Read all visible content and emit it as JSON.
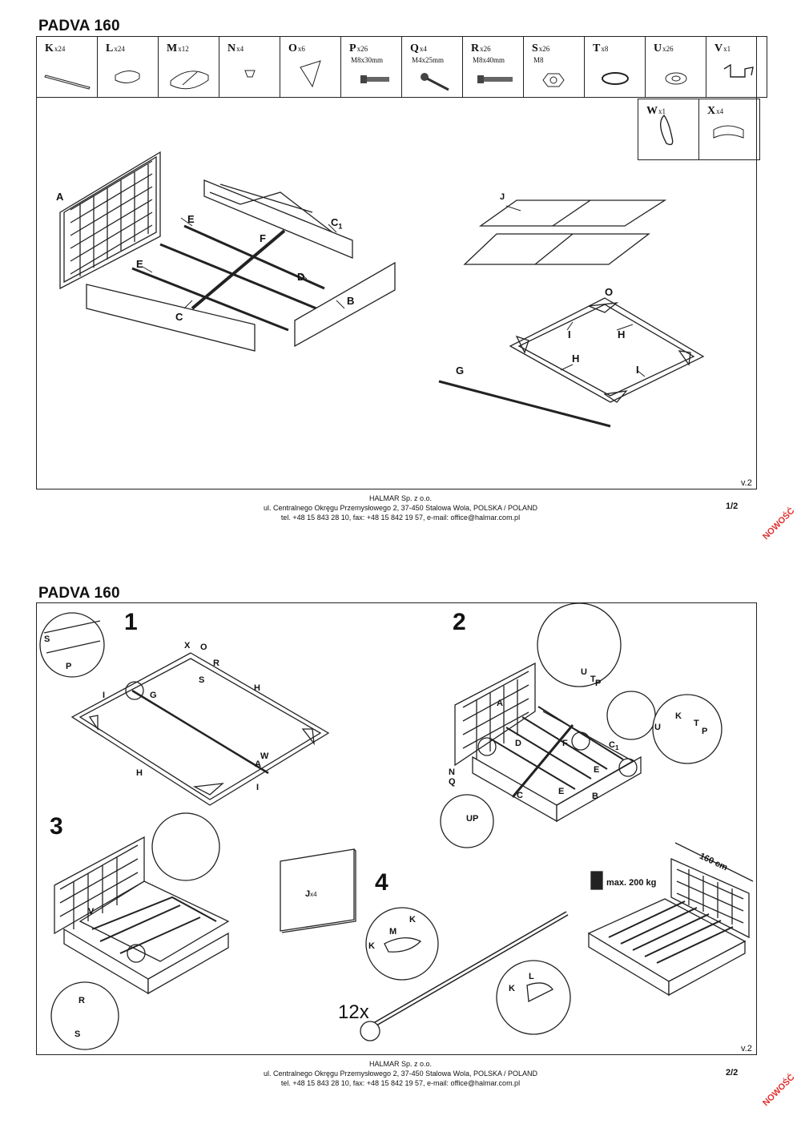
{
  "page1": {
    "title": "PADVA 160",
    "version": "v.2",
    "page_number": "1/2",
    "stamp": "NOWOŚĆ",
    "parts": [
      {
        "letter": "K",
        "qty": "x24",
        "spec": "",
        "icon": "slat-icon"
      },
      {
        "letter": "L",
        "qty": "x24",
        "spec": "",
        "icon": "slat-cap-icon"
      },
      {
        "letter": "M",
        "qty": "x12",
        "spec": "",
        "icon": "double-cap-icon"
      },
      {
        "letter": "N",
        "qty": "x4",
        "spec": "",
        "icon": "foot-glide-icon"
      },
      {
        "letter": "O",
        "qty": "x6",
        "spec": "",
        "icon": "corner-bracket-icon"
      },
      {
        "letter": "P",
        "qty": "x26",
        "spec": "M8x30mm",
        "icon": "bolt-short-icon"
      },
      {
        "letter": "Q",
        "qty": "x4",
        "spec": "M4x25mm",
        "icon": "screw-icon"
      },
      {
        "letter": "R",
        "qty": "x26",
        "spec": "M8x40mm",
        "icon": "bolt-long-icon"
      },
      {
        "letter": "S",
        "qty": "x26",
        "spec": "M8",
        "icon": "nut-icon"
      },
      {
        "letter": "T",
        "qty": "x8",
        "spec": "",
        "icon": "ring-icon"
      },
      {
        "letter": "U",
        "qty": "x26",
        "spec": "",
        "icon": "washer-icon"
      },
      {
        "letter": "V",
        "qty": "x1",
        "spec": "",
        "icon": "hook-bracket-icon"
      }
    ],
    "extra_parts": [
      {
        "letter": "W",
        "qty": "x1",
        "spec": "",
        "icon": "strap-icon"
      },
      {
        "letter": "X",
        "qty": "x4",
        "spec": "",
        "icon": "corner-cap-icon"
      }
    ],
    "labels": {
      "A": "A",
      "B": "B",
      "C": "C",
      "C1": "C",
      "C1_sub": "1",
      "D": "D",
      "E1": "E",
      "E2": "E",
      "F": "F",
      "G": "G",
      "H1": "H",
      "H2": "H",
      "I1": "I",
      "I2": "I",
      "J": "J",
      "O": "O"
    }
  },
  "footer": {
    "company": "HALMAR Sp. z o.o.",
    "address": "ul. Centralnego Okręgu Przemysłowego 2, 37-450 Stalowa Wola, POLSKA / POLAND",
    "contact": "tel. +48 15 843 28 10, fax: +48 15 842 19 57, e-mail: office@halmar.com.pl"
  },
  "page2": {
    "title": "PADVA 160",
    "version": "v.2",
    "page_number": "2/2",
    "stamp": "NOWOŚĆ",
    "steps": [
      "1",
      "2",
      "3",
      "4"
    ],
    "step1_labels": {
      "S": "S",
      "P": "P",
      "X": "X",
      "O": "O",
      "R": "R",
      "S2": "S",
      "I1": "I",
      "G": "G",
      "H1": "H",
      "W": "W",
      "A": "A",
      "H2": "H",
      "I2": "I"
    },
    "step2_labels": {
      "A": "A",
      "U": "U",
      "T": "T",
      "P": "P",
      "D": "D",
      "F": "F",
      "C1": "C",
      "C1_sub": "1",
      "E1": "E",
      "E2": "E",
      "N": "N",
      "Q": "Q",
      "C": "C",
      "B": "B",
      "K": "K",
      "U2": "U",
      "T2": "T",
      "P2": "P",
      "UP": "UP"
    },
    "step3_labels": {
      "V": "V",
      "R": "R",
      "S": "S",
      "J": "J",
      "J_qty": "x4"
    },
    "step4_labels": {
      "M": "M",
      "K1": "K",
      "K2": "K",
      "K3": "K",
      "L": "L",
      "count": "12x"
    },
    "max_load": "max. 200 kg",
    "width_label": "160 cm"
  }
}
